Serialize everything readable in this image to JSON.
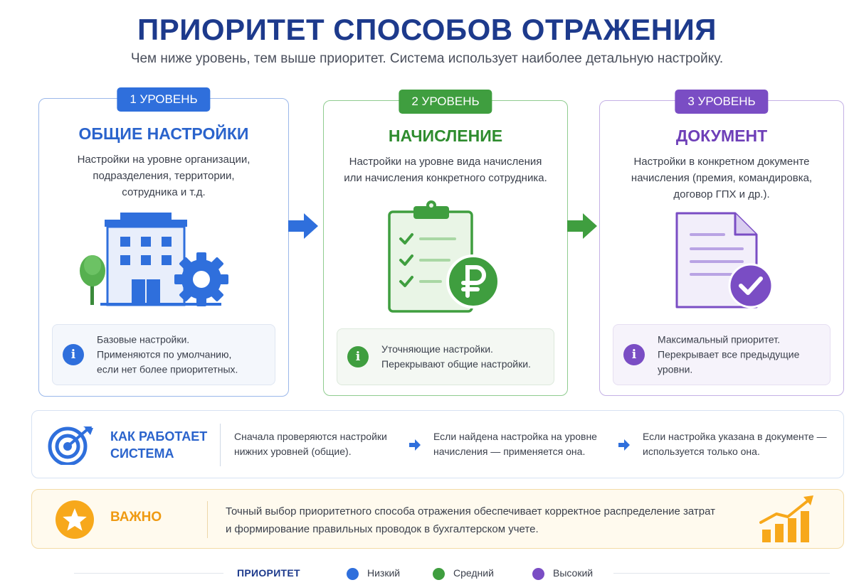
{
  "header": {
    "title": "ПРИОРИТЕТ СПОСОБОВ ОТРАЖЕНИЯ",
    "subtitle": "Чем ниже уровень, тем выше приоритет. Система использует наиболее детальную настройку."
  },
  "levels": [
    {
      "badge": "1 УРОВЕНЬ",
      "title": "ОБЩИЕ НАСТРОЙКИ",
      "description": "Настройки на уровне организации,\nподразделения, территории,\nсотрудника и т.д.",
      "note": "Базовые настройки.\nПрименяются по умолчанию,\nесли нет более приоритетных.",
      "icon": "building-gear-icon",
      "color": "#2f6fdc"
    },
    {
      "badge": "2 УРОВЕНЬ",
      "title": "НАЧИСЛЕНИЕ",
      "description": "Настройки на уровне вида начисления\nили начисления конкретного сотрудника.",
      "note": "Уточняющие настройки.\nПерекрывают общие настройки.",
      "icon": "clipboard-ruble-icon",
      "color": "#3f9e3f"
    },
    {
      "badge": "3 УРОВЕНЬ",
      "title": "ДОКУМЕНТ",
      "description": "Настройки в конкретном документе\nначисления (премия, командировка,\nдоговор ГПХ и др.).",
      "note": "Максимальный приоритет.\nПерекрывает все предыдущие\nуровни.",
      "icon": "document-check-icon",
      "color": "#7a4dc4"
    }
  ],
  "how_it_works": {
    "title": "КАК РАБОТАЕТ\nСИСТЕМА",
    "steps": [
      "Сначала проверяются настройки\nнижних уровней (общие).",
      "Если найдена настройка на уровне\nначисления — применяется она.",
      "Если настройка указана в документе —\nиспользуется только она."
    ]
  },
  "important": {
    "title": "ВАЖНО",
    "text": "Точный выбор приоритетного способа отражения обеспечивает корректное распределение затрат\nи формирование правильных проводок в бухгалтерском учете."
  },
  "legend": {
    "title": "ПРИОРИТЕТ",
    "items": [
      {
        "label": "Низкий",
        "color": "#2f6fdc"
      },
      {
        "label": "Средний",
        "color": "#3f9e3f"
      },
      {
        "label": "Высокий",
        "color": "#7a4dc4"
      }
    ]
  }
}
